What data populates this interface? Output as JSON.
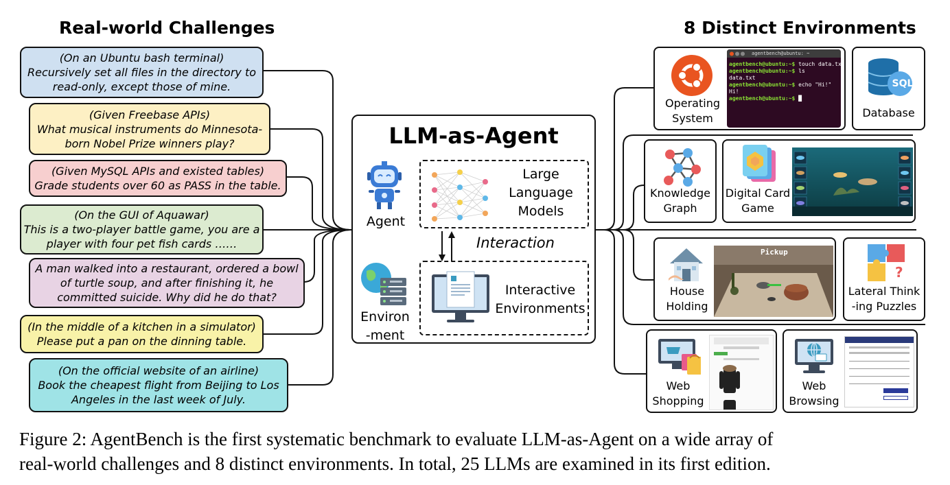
{
  "headings": {
    "left": "Real-world Challenges",
    "right": "8 Distinct Environments"
  },
  "challenges": [
    {
      "lines": [
        "(On an Ubuntu bash terminal)",
        "Recursively set all files in the directory to",
        "read-only, except those of mine."
      ],
      "color": "#cfe0f1"
    },
    {
      "lines": [
        "(Given Freebase APIs)",
        "What musical instruments do Minnesota-",
        "born Nobel Prize winners play?"
      ],
      "color": "#fdf0c4"
    },
    {
      "lines": [
        "(Given MySQL APIs and existed tables)",
        "Grade students over 60 as PASS in the table."
      ],
      "color": "#f7cfcf"
    },
    {
      "lines": [
        "(On the GUI of Aquawar)",
        "This is a two-player battle game, you are a",
        "player with four pet fish cards ……"
      ],
      "color": "#dcebd0"
    },
    {
      "lines": [
        "A man walked into a restaurant, ordered a bowl",
        "of turtle soup, and after finishing it, he",
        "committed suicide. Why did he do that?"
      ],
      "color": "#e8d3e4"
    },
    {
      "lines": [
        "(In the middle of a kitchen in a simulator)",
        "Please put a pan on the dinning table."
      ],
      "color": "#f8f2a8"
    },
    {
      "lines": [
        "(On the official website of an airline)",
        "Book the cheapest flight from Beijing to Los",
        "Angeles in the last week of July."
      ],
      "color": "#9fe3e6"
    }
  ],
  "center": {
    "title": "LLM-as-Agent",
    "agent_label": "Agent",
    "llm_lines": [
      "Large",
      "Language",
      "Models"
    ],
    "interaction": "Interaction",
    "env_label_lines": [
      "Environ",
      "-ment"
    ],
    "env_lines": [
      "Interactive",
      "Environments"
    ]
  },
  "environments": {
    "os": [
      "Operating",
      "System"
    ],
    "db": "Database",
    "sql_badge": "SQL",
    "kg": [
      "Knowledge",
      "Graph"
    ],
    "dcg": [
      "Digital Card",
      "Game"
    ],
    "house": [
      "House",
      "Holding"
    ],
    "house_overlay": "Pickup",
    "ltp": [
      "Lateral Think",
      "-ing Puzzles"
    ],
    "shop": [
      "Web",
      "Shopping"
    ],
    "browse": [
      "Web",
      "Browsing"
    ]
  },
  "terminal": {
    "title": "agentbench@ubuntu: ~",
    "prompt": "agentbench@ubuntu:~$",
    "lines": [
      {
        "prompt": true,
        "text": " touch data.txt"
      },
      {
        "prompt": true,
        "text": " ls"
      },
      {
        "prompt": false,
        "text": "data.txt"
      },
      {
        "prompt": true,
        "text": " echo \"Hi!\""
      },
      {
        "prompt": false,
        "text": "Hi!"
      },
      {
        "prompt": true,
        "text": " █"
      }
    ]
  },
  "caption": {
    "line1": "Figure 2: AgentBench is the first systematic benchmark to evaluate LLM-as-Agent on a wide array of",
    "line2": "real-world challenges and 8 distinct environments. In total, 25 LLMs are examined in its first edition."
  },
  "colors": {
    "ubuntu": "#e95420",
    "db_blue": "#1f6fa8",
    "teal": "#3a9bc0",
    "puzzle_red": "#e85a5a",
    "puzzle_yellow": "#f5c242",
    "puzzle_blue": "#5aa9e6"
  }
}
